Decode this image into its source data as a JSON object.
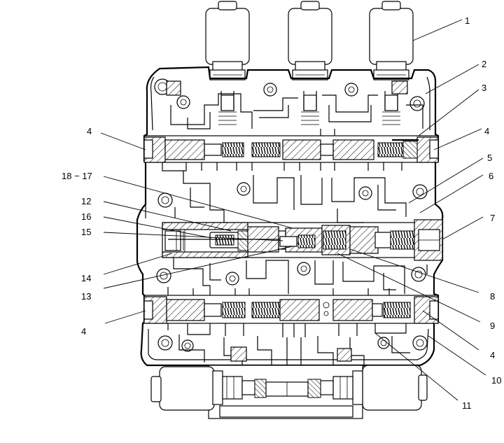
{
  "labels": [
    {
      "id": "1",
      "text": "1"
    },
    {
      "id": "2",
      "text": "2"
    },
    {
      "id": "3",
      "text": "3"
    },
    {
      "id": "4a",
      "text": "4"
    },
    {
      "id": "4b",
      "text": "4"
    },
    {
      "id": "5",
      "text": "5"
    },
    {
      "id": "6",
      "text": "6"
    },
    {
      "id": "7",
      "text": "7"
    },
    {
      "id": "1817",
      "text": "18 − 17"
    },
    {
      "id": "12",
      "text": "12"
    },
    {
      "id": "16",
      "text": "16"
    },
    {
      "id": "15",
      "text": "15"
    },
    {
      "id": "14",
      "text": "14"
    },
    {
      "id": "13",
      "text": "13"
    },
    {
      "id": "8",
      "text": "8"
    },
    {
      "id": "4c",
      "text": "4"
    },
    {
      "id": "9",
      "text": "9"
    },
    {
      "id": "4d",
      "text": "4"
    },
    {
      "id": "10",
      "text": "10"
    },
    {
      "id": "11",
      "text": "11"
    }
  ]
}
